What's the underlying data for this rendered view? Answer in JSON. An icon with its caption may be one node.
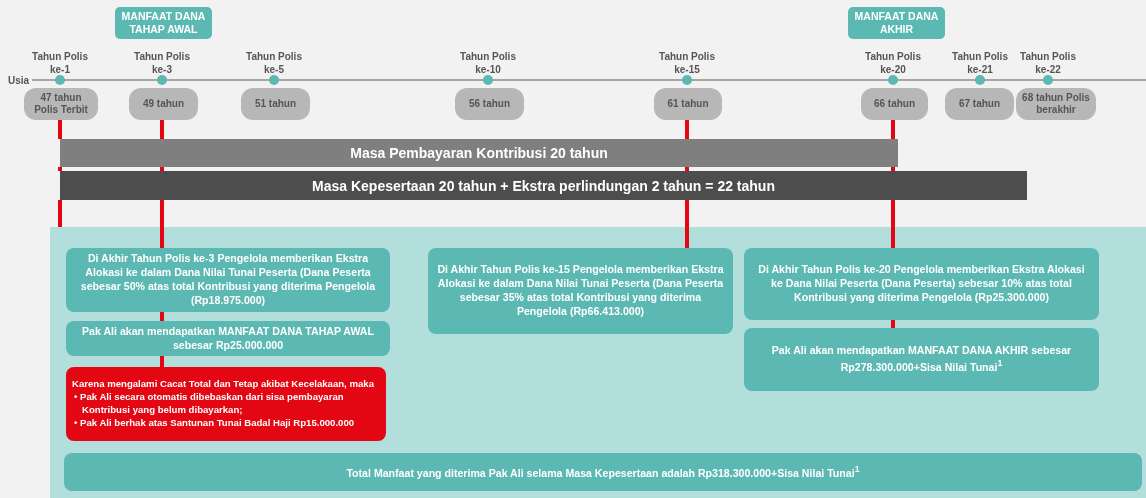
{
  "diagram": {
    "nodes": [
      {
        "text": [
          "MANFAAT DANA TAHAP AWAL"
        ]
      },
      {
        "text": [
          "MANFAAT DANA AKHIR"
        ]
      },
      {
        "text": [
          "47 tahun Polis Terbit"
        ]
      },
      {
        "text": [
          "49 tahun"
        ]
      },
      {
        "text": [
          "51 tahun"
        ]
      },
      {
        "text": [
          "56 tahun"
        ]
      },
      {
        "text": [
          "61 tahun"
        ]
      },
      {
        "text": [
          "66 tahun"
        ]
      },
      {
        "text": [
          "67 tahun"
        ]
      },
      {
        "text": [
          "68 tahun Polis berakhir"
        ]
      },
      {
        "text": [
          "Masa Pembayaran Kontribusi 20 tahun"
        ]
      },
      {
        "text": [
          "Masa Kepesertaan 20 tahun + Ekstra perlindungan 2 tahun = 22 tahun"
        ]
      },
      {
        "text": [],
        "shape": "box"
      },
      {
        "text": [
          "Di Akhir Tahun Polis ke-3 Pengelola memberikan Ekstra Alokasi ke dalam Dana Nilai Tunai Peserta (Dana Peserta sebesar 50% atas total Kontribusi yang diterima Pengelola (Rp18.975.000)"
        ],
        "in": 12
      },
      {
        "text": [
          "Pak Ali akan mendapatkan MANFAAT DANA TAHAP AWAL sebesar Rp25.000.000"
        ],
        "in": 12
      },
      {
        "text": [
          "Karena mengalami Cacat Total dan Tetap akibat Kecelakaan, maka",
          "• Pak Ali secara otomatis dibebaskan dari sisa pembayaran Kontribusi yang belum dibayarkan;",
          "• Pak Ali berhak atas Santunan Tunai Badal Haji Rp15.000.000"
        ],
        "in": 12
      },
      {
        "text": [
          "Di Akhir Tahun Polis ke-15 Pengelola memberikan Ekstra Alokasi ke dalam Dana Nilai Tunai Peserta (Dana Peserta sebesar 35% atas total Kontribusi yang diterima Pengelola (Rp66.413.000)"
        ],
        "in": 12
      },
      {
        "text": [
          "Di Akhir Tahun Polis ke-20 Pengelola memberikan Ekstra Alokasi ke Dana Nilai Peserta (Dana Peserta) sebesar 10% atas total Kontribusi yang diterima Pengelola (Rp25.300.000)"
        ],
        "in": 12
      },
      {
        "text": [
          "Pak Ali akan mendapatkan MANFAAT DANA AKHIR sebesar Rp278.300.000+Sisa Nilai Tunai$^{1}$"
        ],
        "in": 12
      },
      {
        "text": [
          "Total Manfaat yang diterima Pak Ali selama Masa Kepesertaan adalah Rp318.300.000+Sisa Nilai Tunai$^{1}$"
        ],
        "in": 12
      }
    ],
    "edges": [
      {
        "from": 2,
        "to": 10,
        "arrow": "none"
      },
      {
        "from": 10,
        "to": 11,
        "arrow": "none"
      },
      {
        "from": 11,
        "to": 12,
        "arrow": "none"
      },
      {
        "from": 3,
        "to": 10,
        "arrow": "none"
      },
      {
        "from": 10,
        "to": 11,
        "arrow": "none"
      },
      {
        "from": 11,
        "to": 13,
        "arrow": "none"
      },
      {
        "from": 13,
        "to": 14,
        "arrow": "none"
      },
      {
        "from": 14,
        "to": 15,
        "arrow": "none"
      },
      {
        "from": 6,
        "to": 10,
        "arrow": "none"
      },
      {
        "from": 10,
        "to": 11,
        "arrow": "none"
      },
      {
        "from": 11,
        "to": 16,
        "arrow": "none"
      },
      {
        "from": 7,
        "to": 10,
        "arrow": "none"
      },
      {
        "from": 10,
        "to": 11,
        "arrow": "none"
      },
      {
        "from": 11,
        "to": 17,
        "arrow": "none"
      },
      {
        "from": 17,
        "to": 18,
        "arrow": "none"
      }
    ],
    "labels": [
      "Tahun Polis ke-1",
      "Tahun Polis ke-3",
      "Tahun Polis ke-5",
      "Tahun Polis ke-10",
      "Tahun Polis ke-15",
      "Tahun Polis ke-20",
      "Tahun Polis ke-21",
      "Tahun Polis ke-22",
      "Usia"
    ]
  }
}
